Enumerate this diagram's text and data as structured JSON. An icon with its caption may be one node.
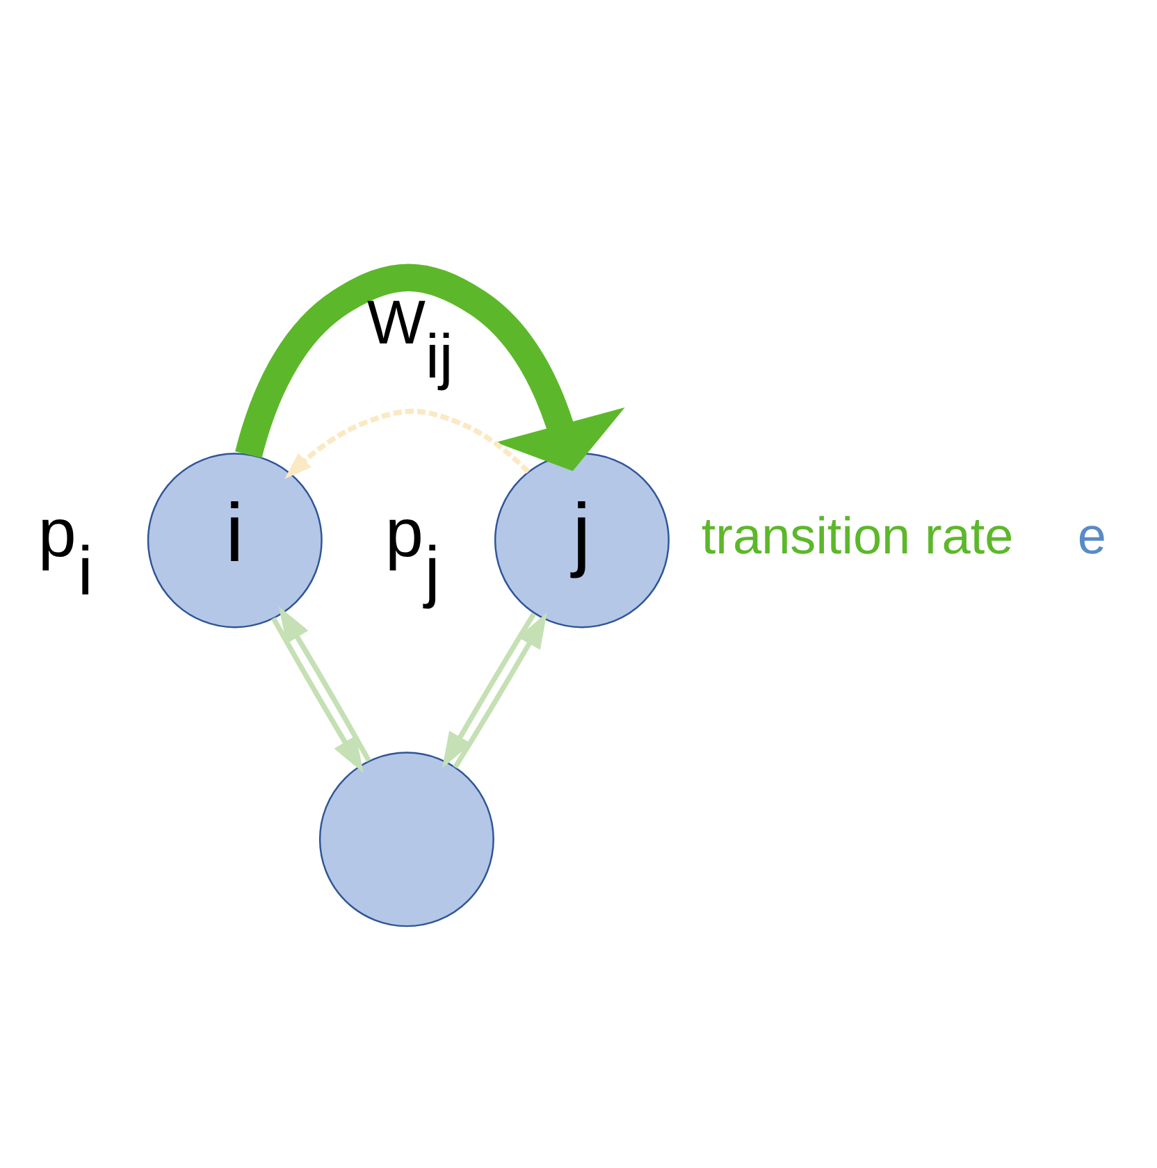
{
  "diagram": {
    "nodes": [
      {
        "text": [
          "i"
        ],
        "beside": [
          "p$_{i}$"
        ]
      },
      {
        "text": [
          "j"
        ],
        "beside": [
          "p$_{j}$"
        ]
      },
      {
        "text": [],
        "shape": "circle"
      }
    ],
    "edges": [
      {
        "from": 0,
        "to": 1,
        "arrow": "to",
        "label": "W$_{ij}$",
        "style": "thick",
        "color": "#5cb82a"
      },
      {
        "from": 1,
        "to": 0,
        "arrow": "to",
        "style": "dashed",
        "color": "#fbe9c4"
      },
      {
        "from": 0,
        "to": 2,
        "arrow": "to"
      },
      {
        "from": 2,
        "to": 0,
        "arrow": "to"
      },
      {
        "from": 2,
        "to": 1,
        "arrow": "to"
      },
      {
        "from": 1,
        "to": 2,
        "arrow": "to"
      }
    ],
    "labels": [
      "transition rate",
      "e"
    ]
  }
}
